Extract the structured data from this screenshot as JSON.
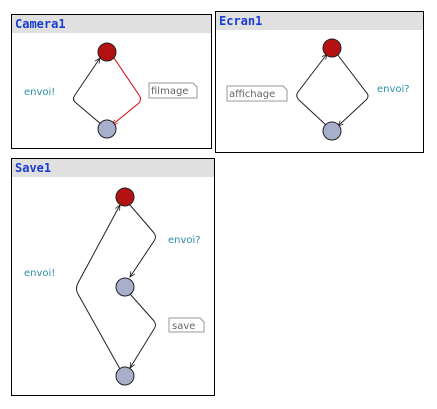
{
  "colors": {
    "title": "#1a3dd1",
    "header_bg": "#e0e0e0",
    "initial_state": "#b41212",
    "state": "#a7afcb",
    "label": "#2b8fa4",
    "highlight_edge": "#cc0000"
  },
  "panels": {
    "camera": {
      "title": "Camera1",
      "edge_send": "envoi!",
      "note": "filmage"
    },
    "ecran": {
      "title": "Ecran1",
      "edge_receive": "envoi?",
      "note": "affichage"
    },
    "save": {
      "title": "Save1",
      "edge_receive": "envoi?",
      "edge_send": "envoi!",
      "note": "save"
    }
  }
}
